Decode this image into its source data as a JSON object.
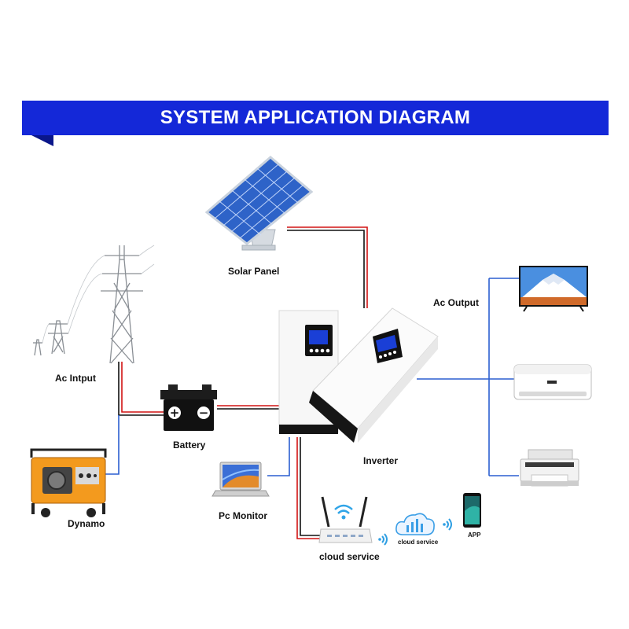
{
  "title": "SYSTEM APPLICATION DIAGRAM",
  "labels": {
    "solar_panel": "Solar Panel",
    "ac_input": "Ac Intput",
    "battery": "Battery",
    "dynamo": "Dynamo",
    "inverter": "Inverter",
    "pc_monitor": "Pc Monitor",
    "ac_output": "Ac Output",
    "cloud_service_router": "cloud service",
    "cloud_service_cloud": "cloud service",
    "app": "APP"
  },
  "colors": {
    "banner": "#1428d8",
    "wire_red": "#d21414",
    "wire_black": "#111111",
    "wire_blue": "#2b5fd0"
  }
}
